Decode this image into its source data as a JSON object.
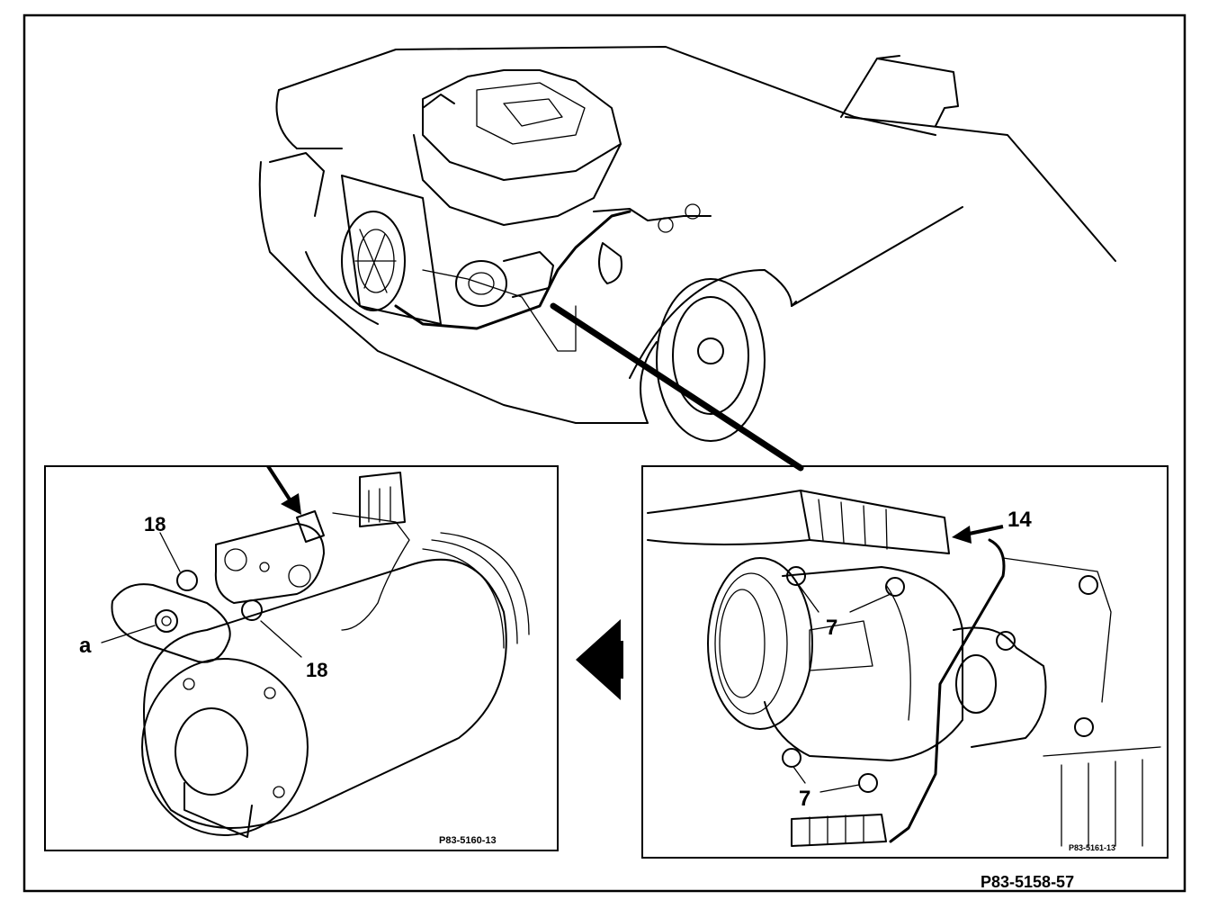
{
  "figure_code": "P83-5158-57",
  "inset_left": {
    "code": "P83-5160-13",
    "labels": {
      "o_ring_top": "18",
      "o_ring_bottom": "18",
      "plug": "a"
    }
  },
  "inset_right": {
    "code": "P83-5161-13",
    "labels": {
      "connector": "14",
      "bolt_upper": "7",
      "bolt_lower": "7"
    }
  }
}
